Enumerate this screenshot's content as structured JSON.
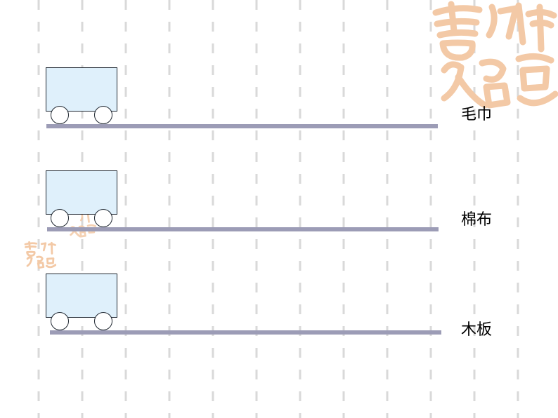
{
  "surfaces": [
    {
      "label": "毛巾"
    },
    {
      "label": "棉布"
    },
    {
      "label": "木板"
    }
  ],
  "colors": {
    "background": "#ffffff",
    "grid_dash": "#d9d9d9",
    "cart_fill": "#dff0fb",
    "cart_outline": "#1e2630",
    "track": "#9c9cb6",
    "seal": "#f3c9a6"
  },
  "icons": [
    "auspicious-seal-icon",
    "cart-icon"
  ]
}
